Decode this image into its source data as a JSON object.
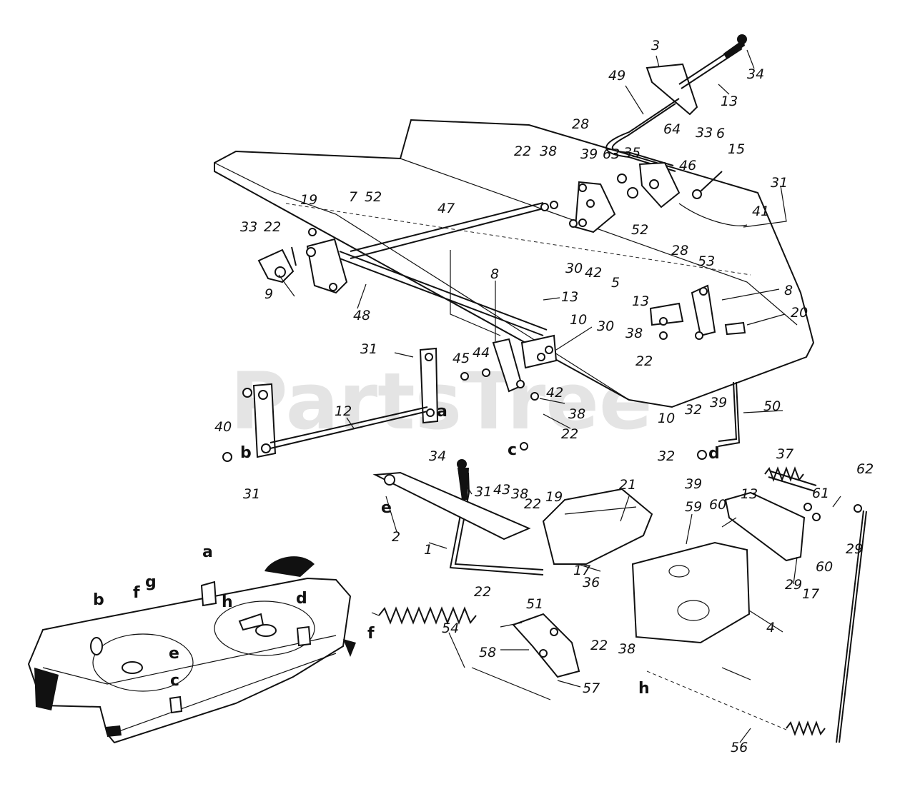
{
  "watermark": {
    "text": "PartsTree",
    "tm": "TM"
  },
  "callouts": {
    "n1": "1",
    "n2": "2",
    "n3": "3",
    "n4": "4",
    "n5": "5",
    "n6": "6",
    "n7": "7",
    "n8a": "8",
    "n8b": "8",
    "n9": "9",
    "n10a": "10",
    "n10b": "10",
    "n12": "12",
    "n13a": "13",
    "n13b": "13",
    "n13c": "13",
    "n13d": "13",
    "n15": "15",
    "n17a": "17",
    "n17b": "17",
    "n19a": "19",
    "n19b": "19",
    "n20": "20",
    "n21": "21",
    "n22a": "22",
    "n22b": "22",
    "n22c": "22",
    "n22d": "22",
    "n22e": "22",
    "n22f": "22",
    "n22g": "22",
    "n28a": "28",
    "n28b": "28",
    "n29a": "29",
    "n29b": "29",
    "n30a": "30",
    "n30b": "30",
    "n31a": "31",
    "n31b": "31",
    "n31c": "31",
    "n31d": "31",
    "n32a": "32",
    "n32b": "32",
    "n33a": "33",
    "n33b": "33",
    "n34a": "34",
    "n34b": "34",
    "n35": "35",
    "n36": "36",
    "n37": "37",
    "n38a": "38",
    "n38b": "38",
    "n38c": "38",
    "n38d": "38",
    "n38e": "38",
    "n39a": "39",
    "n39b": "39",
    "n39c": "39",
    "n40": "40",
    "n41": "41",
    "n42a": "42",
    "n42b": "42",
    "n43": "43",
    "n44": "44",
    "n45": "45",
    "n46": "46",
    "n47": "47",
    "n48": "48",
    "n49": "49",
    "n50": "50",
    "n51": "51",
    "n52a": "52",
    "n52b": "52",
    "n53": "53",
    "n54": "54",
    "n56": "56",
    "n57": "57",
    "n58": "58",
    "n59": "59",
    "n60a": "60",
    "n60b": "60",
    "n61": "61",
    "n62": "62",
    "n63": "63",
    "n64": "64"
  },
  "letters": {
    "a1": "a",
    "a2": "a",
    "b1": "b",
    "b2": "b",
    "c1": "c",
    "c2": "c",
    "d1": "d",
    "d2": "d",
    "e1": "e",
    "e2": "e",
    "f1": "f",
    "f2": "f",
    "g1": "g",
    "h1": "h",
    "h2": "h"
  }
}
